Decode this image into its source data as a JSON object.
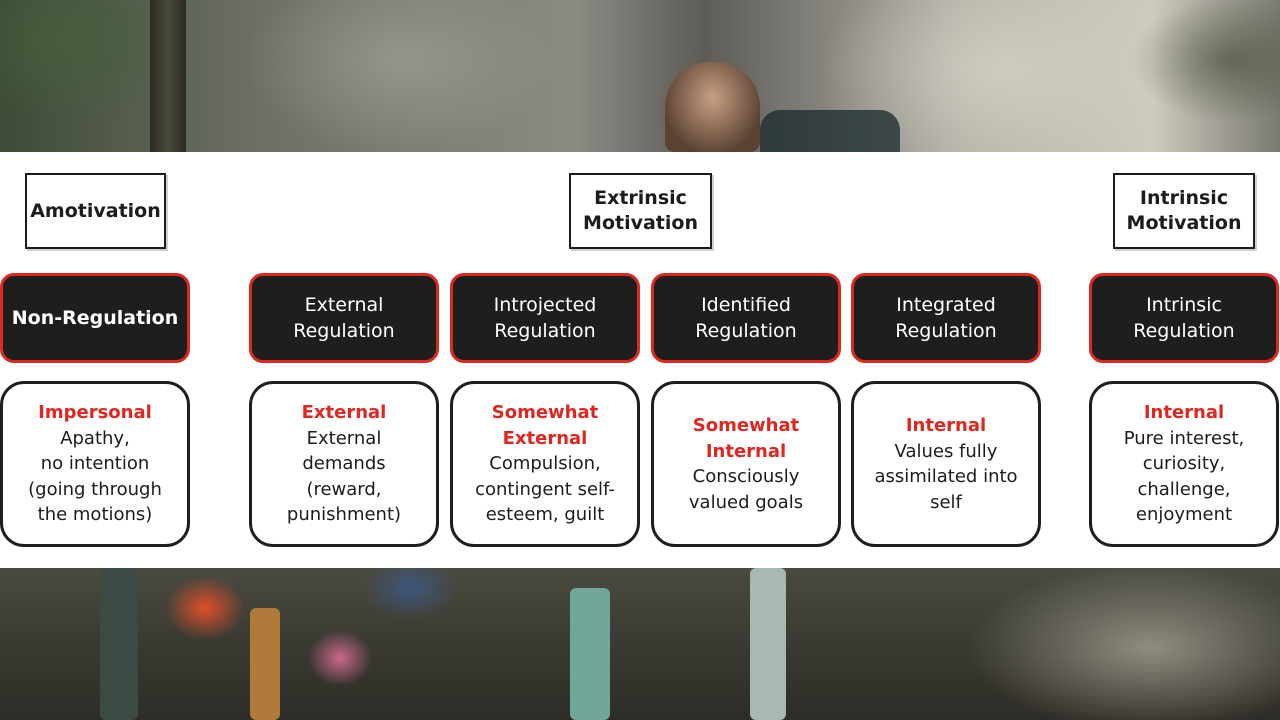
{
  "headers": {
    "amotivation": "Amotivation",
    "extrinsic": "Extrinsic\nMotivation",
    "intrinsic": "Intrinsic\nMotivation"
  },
  "colors": {
    "accent_red": "#e0261f",
    "box_dark": "#1e1e1e",
    "band_white": "#ffffff"
  },
  "columns": [
    {
      "regulation": "Non-Regulation",
      "locus": "Impersonal",
      "description": "Apathy,\nno intention\n(going through\nthe motions)"
    },
    {
      "regulation": "External\nRegulation",
      "locus": "External",
      "description": "External\ndemands\n(reward,\npunishment)"
    },
    {
      "regulation": "Introjected\nRegulation",
      "locus": "Somewhat\nExternal",
      "description": "Compulsion,\ncontingent self-\nesteem, guilt"
    },
    {
      "regulation": "Identified\nRegulation",
      "locus": "Somewhat\nInternal",
      "description": "Consciously\nvalued goals"
    },
    {
      "regulation": "Integrated\nRegulation",
      "locus": "Internal",
      "description": "Values fully\nassimilated into\nself"
    },
    {
      "regulation": "Intrinsic\nRegulation",
      "locus": "Internal",
      "description": "Pure interest,\ncuriosity,\nchallenge,\nenjoyment"
    }
  ]
}
